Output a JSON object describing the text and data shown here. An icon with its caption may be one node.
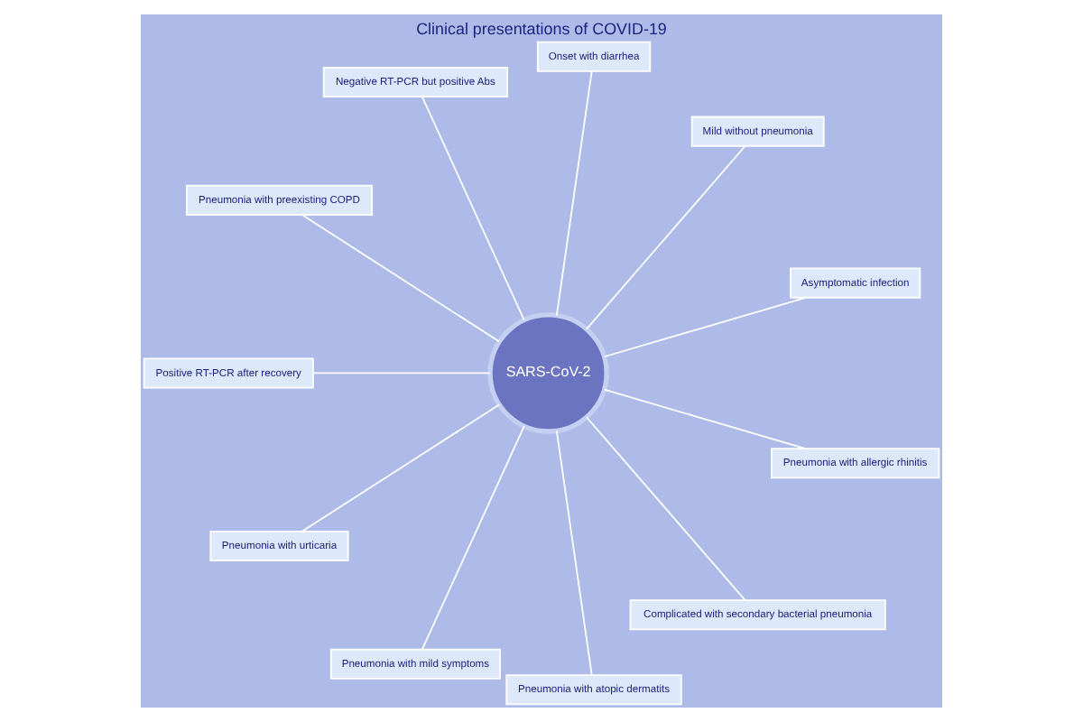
{
  "diagram": {
    "title": "Clinical presentations of COVID-19",
    "nodes": [
      {
        "text": [
          "Asymptomatic infection"
        ]
      },
      {
        "text": [
          "Mild without pneumonia"
        ]
      },
      {
        "text": [
          "Onset with diarrhea"
        ]
      },
      {
        "text": [
          "Negative RT-PCR but positive Abs"
        ]
      },
      {
        "text": [
          "Pneumonia with preexisting COPD"
        ]
      },
      {
        "text": [
          "Positive RT-PCR after recovery"
        ]
      },
      {
        "text": [
          "SARS-CoV-2"
        ]
      },
      {
        "text": [
          "Pneumonia with urticaria"
        ]
      },
      {
        "text": [
          "Pneumonia with mild symptoms"
        ]
      },
      {
        "text": [
          "Pneumonia with atopic dermatits"
        ]
      },
      {
        "text": [
          "Complicated with secondary bacterial pneumonia"
        ]
      },
      {
        "text": [
          "Pneumonia with allergic rhinitis"
        ]
      }
    ],
    "edges": [
      {
        "from": 6,
        "to": 0,
        "arrow": "none"
      },
      {
        "from": 6,
        "to": 2,
        "arrow": "none"
      },
      {
        "from": 6,
        "to": 4,
        "arrow": "none"
      },
      {
        "from": 6,
        "to": 7,
        "arrow": "none"
      },
      {
        "from": 6,
        "to": 9,
        "arrow": "none"
      },
      {
        "from": 6,
        "to": 11,
        "arrow": "none"
      },
      {
        "from": 6,
        "to": 10,
        "arrow": "none"
      },
      {
        "from": 6,
        "to": 8,
        "arrow": "none"
      },
      {
        "from": 6,
        "to": 5,
        "arrow": "none"
      },
      {
        "from": 6,
        "to": 3,
        "arrow": "none"
      },
      {
        "from": 6,
        "to": 1,
        "arrow": "none"
      }
    ]
  }
}
